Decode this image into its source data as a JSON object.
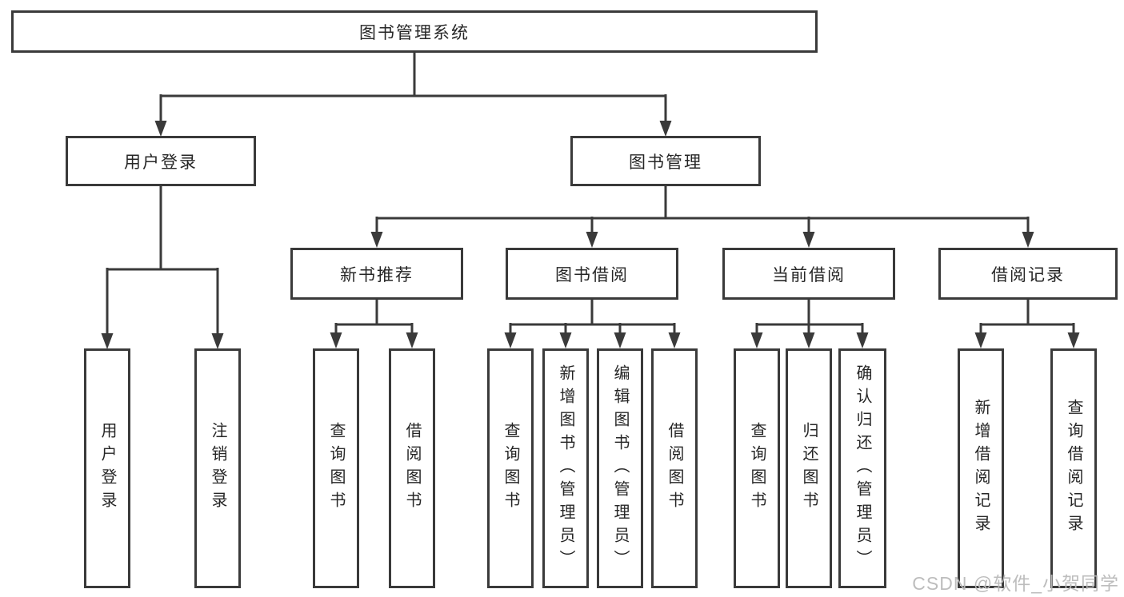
{
  "diagram": {
    "root": {
      "label": "图书管理系统"
    },
    "branches": [
      {
        "label": "用户登录",
        "children": [
          {
            "label": "用户登录"
          },
          {
            "label": "注销登录"
          }
        ]
      },
      {
        "label": "图书管理",
        "children": [
          {
            "label": "新书推荐",
            "children": [
              {
                "label": "查询图书"
              },
              {
                "label": "借阅图书"
              }
            ]
          },
          {
            "label": "图书借阅",
            "children": [
              {
                "label": "查询图书"
              },
              {
                "label": "新增图书（管理员）"
              },
              {
                "label": "编辑图书（管理员）"
              },
              {
                "label": "借阅图书"
              }
            ]
          },
          {
            "label": "当前借阅",
            "children": [
              {
                "label": "查询图书"
              },
              {
                "label": "归还图书"
              },
              {
                "label": "确认归还（管理员）"
              }
            ]
          },
          {
            "label": "借阅记录",
            "children": [
              {
                "label": "新增借阅记录"
              },
              {
                "label": "查询借阅记录"
              }
            ]
          }
        ]
      }
    ]
  },
  "watermark": {
    "text": "CSDN @软件_小贺同学"
  },
  "colors": {
    "background": "#ffffff",
    "box_fill": "#ffffff",
    "border": "#3a3a3a",
    "line": "#3a3a3a",
    "text": "#262626",
    "watermark": "#b9b9b9"
  }
}
